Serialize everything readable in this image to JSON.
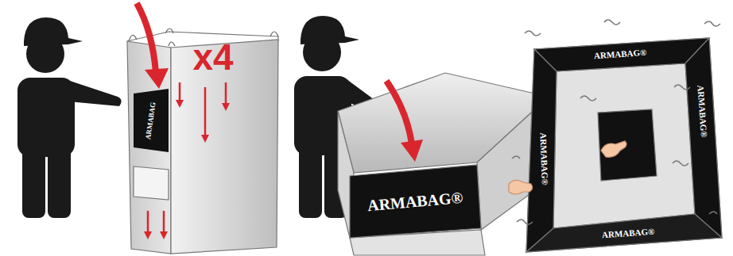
{
  "diagram": {
    "labels": [
      "ARMABAG",
      "x4",
      "ARMABAG®",
      "ARMABAG®",
      "ARMABAG®",
      "ARMABAG®",
      "ARMABAG®"
    ]
  }
}
